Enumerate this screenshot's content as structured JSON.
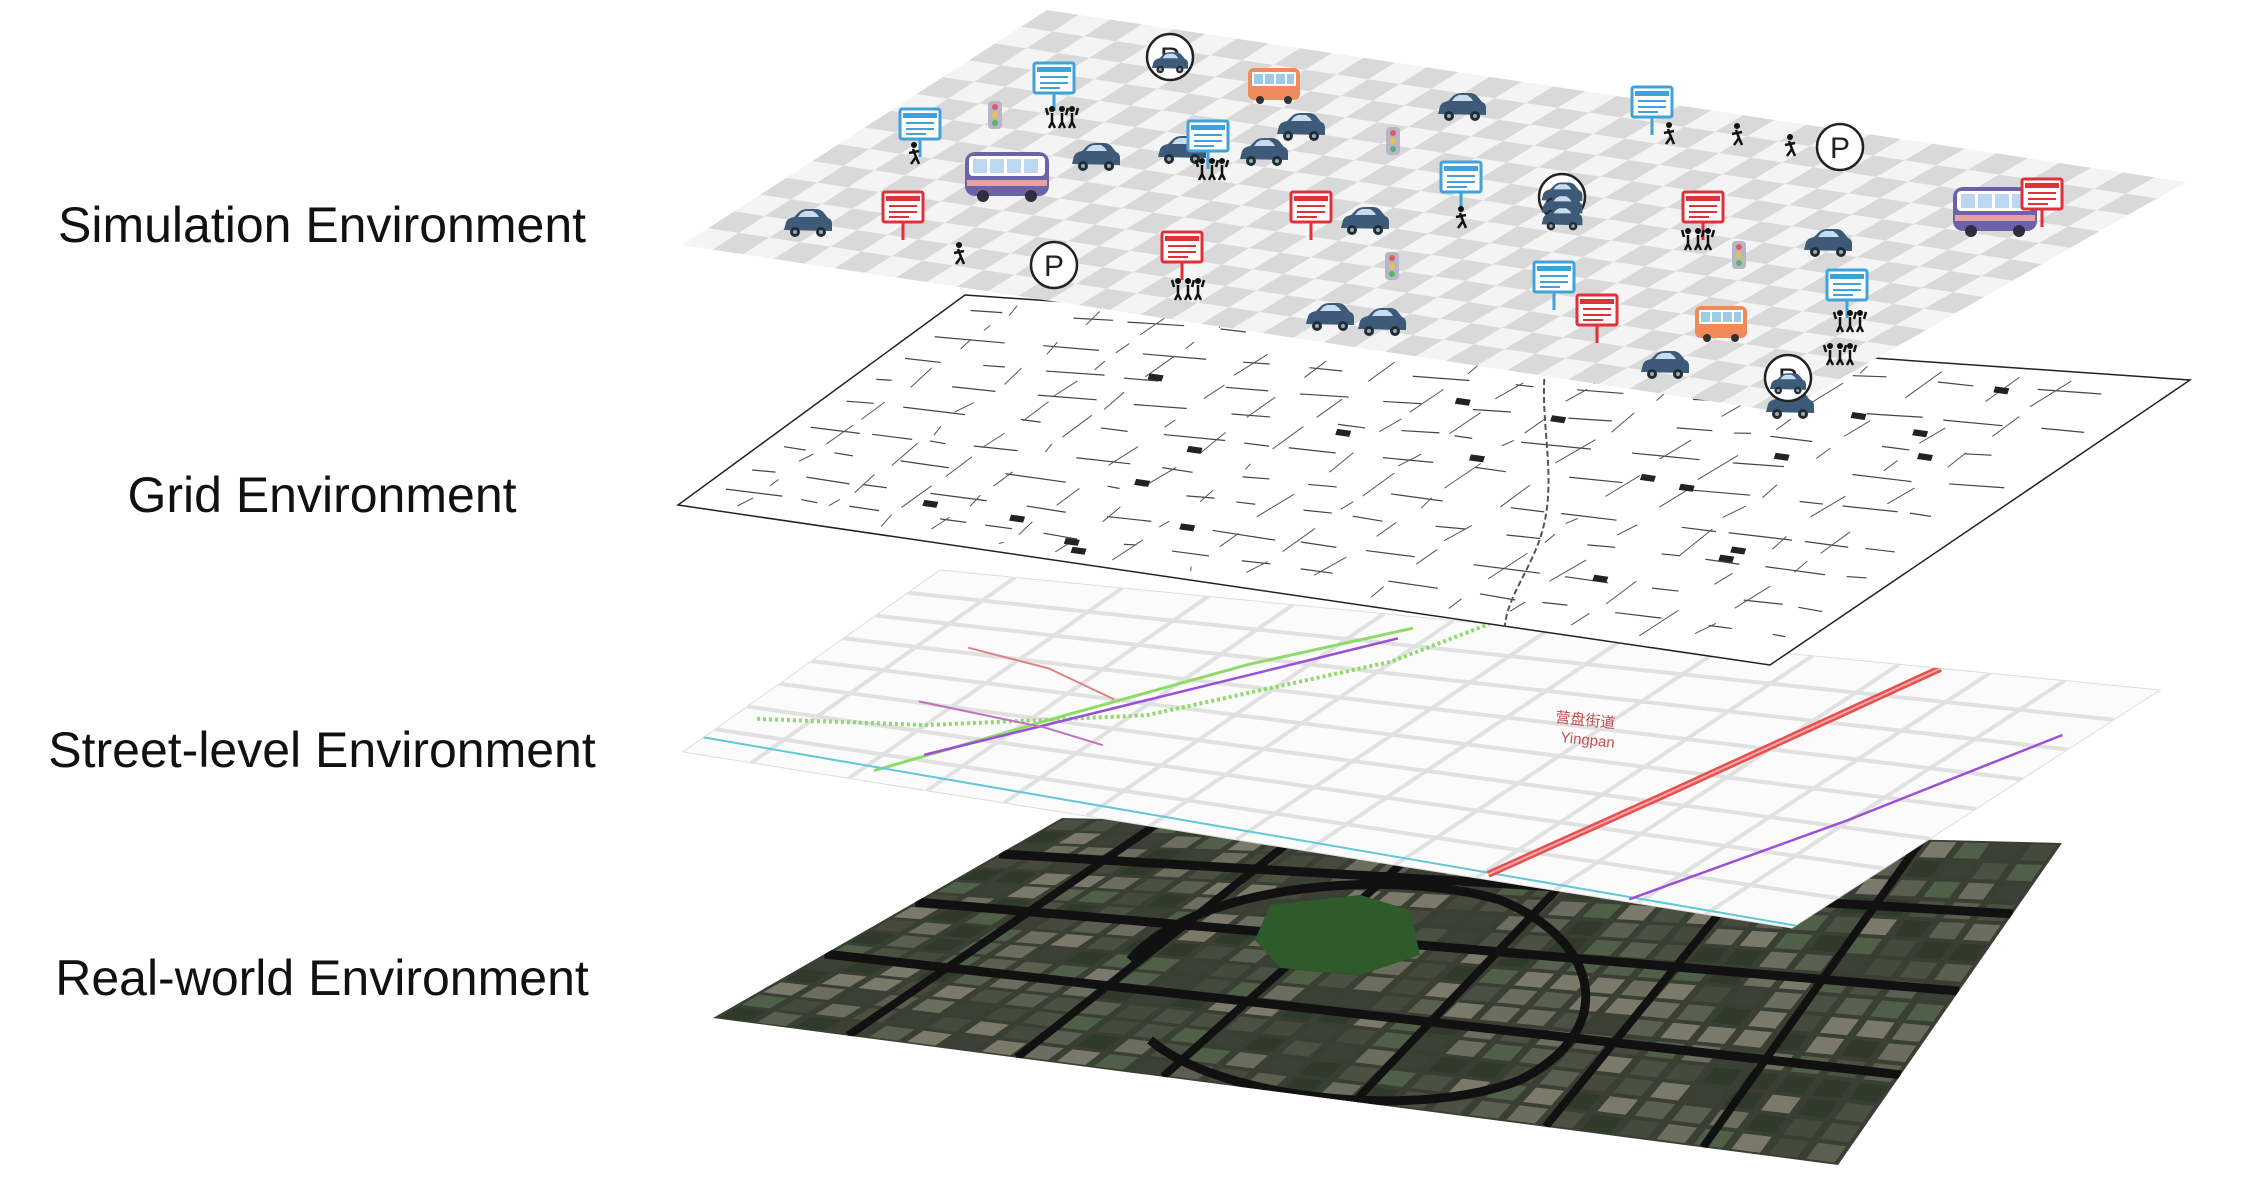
{
  "layers": [
    {
      "label": "Simulation Environment"
    },
    {
      "label": "Grid Environment"
    },
    {
      "label": "Street-level Environment"
    },
    {
      "label": "Real-world Environment"
    }
  ],
  "street_map": {
    "place_label_cn": "营盘街道",
    "place_label_en": "Yingpan"
  },
  "simulation_icons": {
    "parking_letter": "P",
    "types": [
      "car-icon",
      "bus-icon",
      "bus-stop-sign-icon",
      "traffic-light-icon",
      "pedestrian-icon",
      "pedestrian-group-icon",
      "parking-icon"
    ]
  },
  "colors": {
    "checker_dark": "#d9d9d9",
    "checker_light": "#f4f4f4",
    "car": "#3d5a78",
    "bus": "#6b63a8",
    "bus_orange": "#f08a5b",
    "stop_blue": "#3fa2d9",
    "stop_red": "#e0303a",
    "route_red": "#e85050",
    "route_green": "#8fdb6a",
    "route_purple": "#9a4fd8",
    "route_cyan": "#60c8d8",
    "aerial_dark": "#2e3328",
    "aerial_park": "#2f5a2a"
  }
}
